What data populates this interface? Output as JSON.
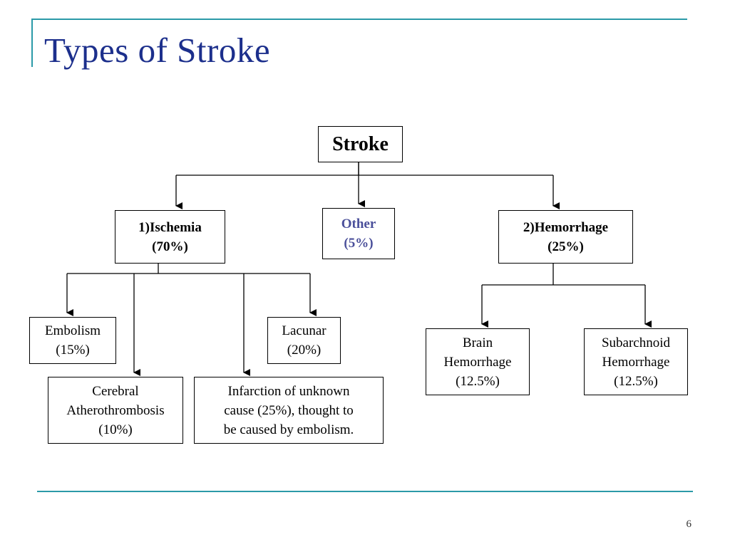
{
  "slide": {
    "title": "Types of Stroke",
    "page_number": "6"
  },
  "colors": {
    "title": "#1c2f8c",
    "accent_lines": "#2b9aa8",
    "other_text": "#4a4f9a"
  },
  "diagram": {
    "root": "Stroke",
    "ischemia": [
      "1)Ischemia",
      "(70%)"
    ],
    "other": [
      "Other",
      "(5%)"
    ],
    "hemorrhage": [
      "2)Hemorrhage",
      "(25%)"
    ],
    "embolism": [
      "Embolism",
      "(15%)"
    ],
    "lacunar": [
      "Lacunar",
      "(20%)"
    ],
    "cerebral": [
      "Cerebral",
      "Atherothrombosis",
      "(10%)"
    ],
    "infarction": [
      "Infarction of unknown",
      "cause (25%), thought to",
      "be caused by embolism."
    ],
    "brain_hemorrhage": [
      "Brain",
      "Hemorrhage",
      "(12.5%)"
    ],
    "subarachnoid_hemorrhage": [
      "Subarchnoid",
      "Hemorrhage",
      "(12.5%)"
    ]
  }
}
